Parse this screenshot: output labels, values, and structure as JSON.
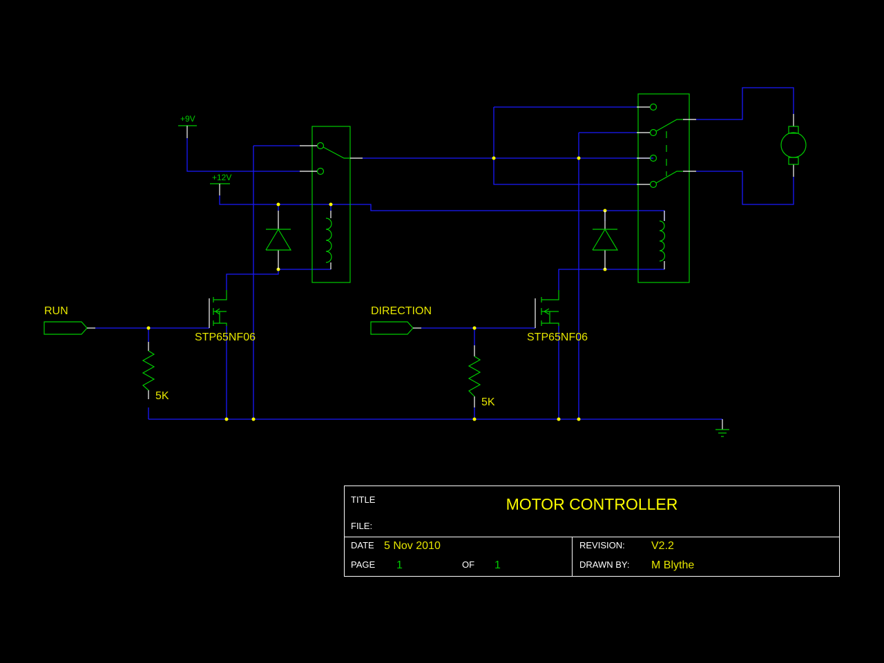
{
  "labels": {
    "run": "RUN",
    "direction": "DIRECTION",
    "supply_9v": "+9V",
    "supply_12v": "+12V",
    "mosfet_1": "STP65NF06",
    "mosfet_2": "STP65NF06",
    "resistor_1": "5K",
    "resistor_2": "5K"
  },
  "title_block": {
    "title_label": "TITLE",
    "title": "MOTOR CONTROLLER",
    "file_label": "FILE:",
    "date_label": "DATE",
    "date": "5 Nov 2010",
    "page_label": "PAGE",
    "page": "1",
    "of_label": "OF",
    "of": "1",
    "revision_label": "REVISION:",
    "revision": "V2.2",
    "drawn_by_label": "DRAWN BY:",
    "drawn_by": "M Blythe"
  },
  "colors": {
    "background": "#000000",
    "wire": "#1a1aff",
    "component": "#00cc00",
    "junction": "#ffff00",
    "label": "#e6e600"
  }
}
